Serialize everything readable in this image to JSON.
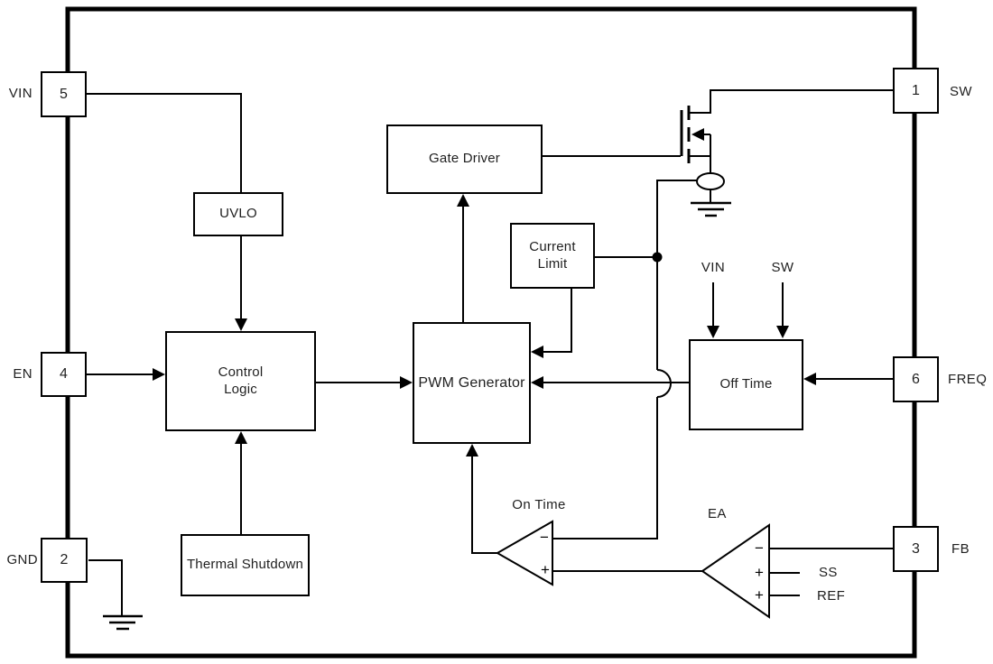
{
  "blocks": {
    "uvlo": {
      "label": "UVLO"
    },
    "control_logic": {
      "label": "Control Logic"
    },
    "thermal_shutdown": {
      "label": "Thermal Shutdown"
    },
    "gate_driver": {
      "label": "Gate Driver"
    },
    "current_limit": {
      "label": "Current Limit"
    },
    "pwm_generator": {
      "label": "PWM Generator"
    },
    "off_time": {
      "label": "Off Time"
    }
  },
  "pins": {
    "vin": {
      "number": "5",
      "name": "VIN"
    },
    "en": {
      "number": "4",
      "name": "EN"
    },
    "gnd": {
      "number": "2",
      "name": "GND"
    },
    "sw": {
      "number": "1",
      "name": "SW"
    },
    "freq": {
      "number": "6",
      "name": "FREQ"
    },
    "fb": {
      "number": "3",
      "name": "FB"
    }
  },
  "signals": {
    "off_time_vin": "VIN",
    "off_time_sw": "SW",
    "on_time": "On Time",
    "ea": "EA",
    "ss": "SS",
    "ref": "REF",
    "minus": "−",
    "plus": "+"
  },
  "colors": {
    "line": "#000000",
    "text": "#1f1f1f",
    "background": "#ffffff"
  }
}
